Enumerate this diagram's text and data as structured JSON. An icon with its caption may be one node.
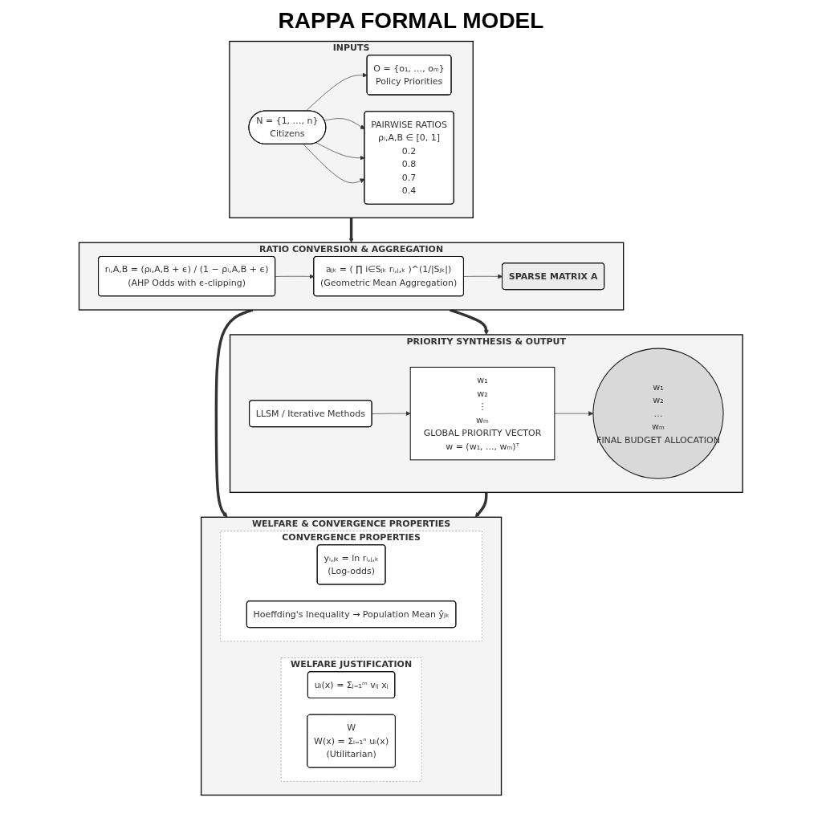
{
  "diagram": {
    "title": "RAPPA FORMAL MODEL",
    "nodes": [
      {
        "text": [
          "INPUTS"
        ]
      },
      {
        "text": [
          "N = {1, …, n}",
          "Citizens"
        ],
        "in": 0
      },
      {
        "text": [
          "O = {o₁, …, oₘ}",
          "Policy Priorities"
        ],
        "in": 0
      },
      {
        "text": [
          "PAIRWISE RATIOS",
          "ρᵢ,A,B ∈ [0, 1]",
          "0.2",
          "0.8",
          "0.7",
          "0.4"
        ],
        "in": 0
      },
      {
        "text": [
          "RATIO CONVERSION & AGGREGATION"
        ]
      },
      {
        "text": [
          "rᵢ,A,B = (ρᵢ,A,B + ϵ) / (1 − ρᵢ,A,B + ϵ)",
          "(AHP Odds with ϵ-clipping)"
        ],
        "in": 4
      },
      {
        "text": [
          "aⱼₖ = ( ∏ i∈Sⱼₖ rᵢ,ⱼ,ₖ )^(1/|Sⱼₖ|)",
          "(Geometric Mean Aggregation)"
        ],
        "in": 4
      },
      {
        "text": [
          "SPARSE MATRIX A"
        ],
        "in": 4
      },
      {
        "text": [
          "WELFARE & CONVERGENCE PROPERTIES"
        ]
      },
      {
        "text": [
          "WELFARE JUSTIFICATION"
        ],
        "in": 8
      },
      {
        "text": [
          "uᵢ(x) = Σⱼ₌₁ᵐ vᵢⱼ xⱼ"
        ],
        "in": 9
      },
      {
        "text": [
          "W",
          "W(x) = Σᵢ₌₁ⁿ uᵢ(x)",
          "(Utilitarian)"
        ],
        "in": 9
      },
      {
        "text": [
          "CONVERGENCE PROPERTIES"
        ],
        "in": 8
      },
      {
        "text": [
          "yᵢ,ⱼₖ = ln rᵢ,ⱼ,ₖ",
          "(Log-odds)"
        ],
        "in": 12
      },
      {
        "text": [
          "Hoeffding's Inequality → Population Mean ŷⱼₖ"
        ],
        "in": 12
      },
      {
        "text": [
          "PRIORITY SYNTHESIS & OUTPUT"
        ]
      },
      {
        "text": [
          "LLSM / Iterative Methods"
        ],
        "in": 15
      },
      {
        "text": [
          "w₁",
          "w₂",
          "⋮",
          "wₘ",
          "GLOBAL PRIORITY VECTOR",
          "w = (w₁, ..., wₘ)ᵀ"
        ],
        "in": 15
      },
      {
        "text": [
          "w₁",
          "w₂",
          "…",
          "wₘ",
          "FINAL BUDGET ALLOCATION"
        ],
        "in": 15
      }
    ],
    "edges": [
      {
        "from": 1,
        "to": 2,
        "arrow": "to"
      },
      {
        "from": 1,
        "to": 3,
        "arrow": "to"
      },
      {
        "from": 1,
        "to": 3,
        "arrow": "to"
      },
      {
        "from": 1,
        "to": 3,
        "arrow": "to"
      },
      {
        "from": 0,
        "to": 4,
        "arrow": "to",
        "style": "thick"
      },
      {
        "from": 5,
        "to": 6,
        "arrow": "to"
      },
      {
        "from": 6,
        "to": 7,
        "arrow": "to"
      },
      {
        "from": 4,
        "to": 8,
        "arrow": "to",
        "style": "thick"
      },
      {
        "from": 4,
        "to": 15,
        "arrow": "to",
        "style": "thick"
      },
      {
        "from": 16,
        "to": 17,
        "arrow": "to"
      },
      {
        "from": 17,
        "to": 18,
        "arrow": "to"
      },
      {
        "from": 15,
        "to": 8,
        "arrow": "to",
        "style": "thick"
      }
    ]
  }
}
